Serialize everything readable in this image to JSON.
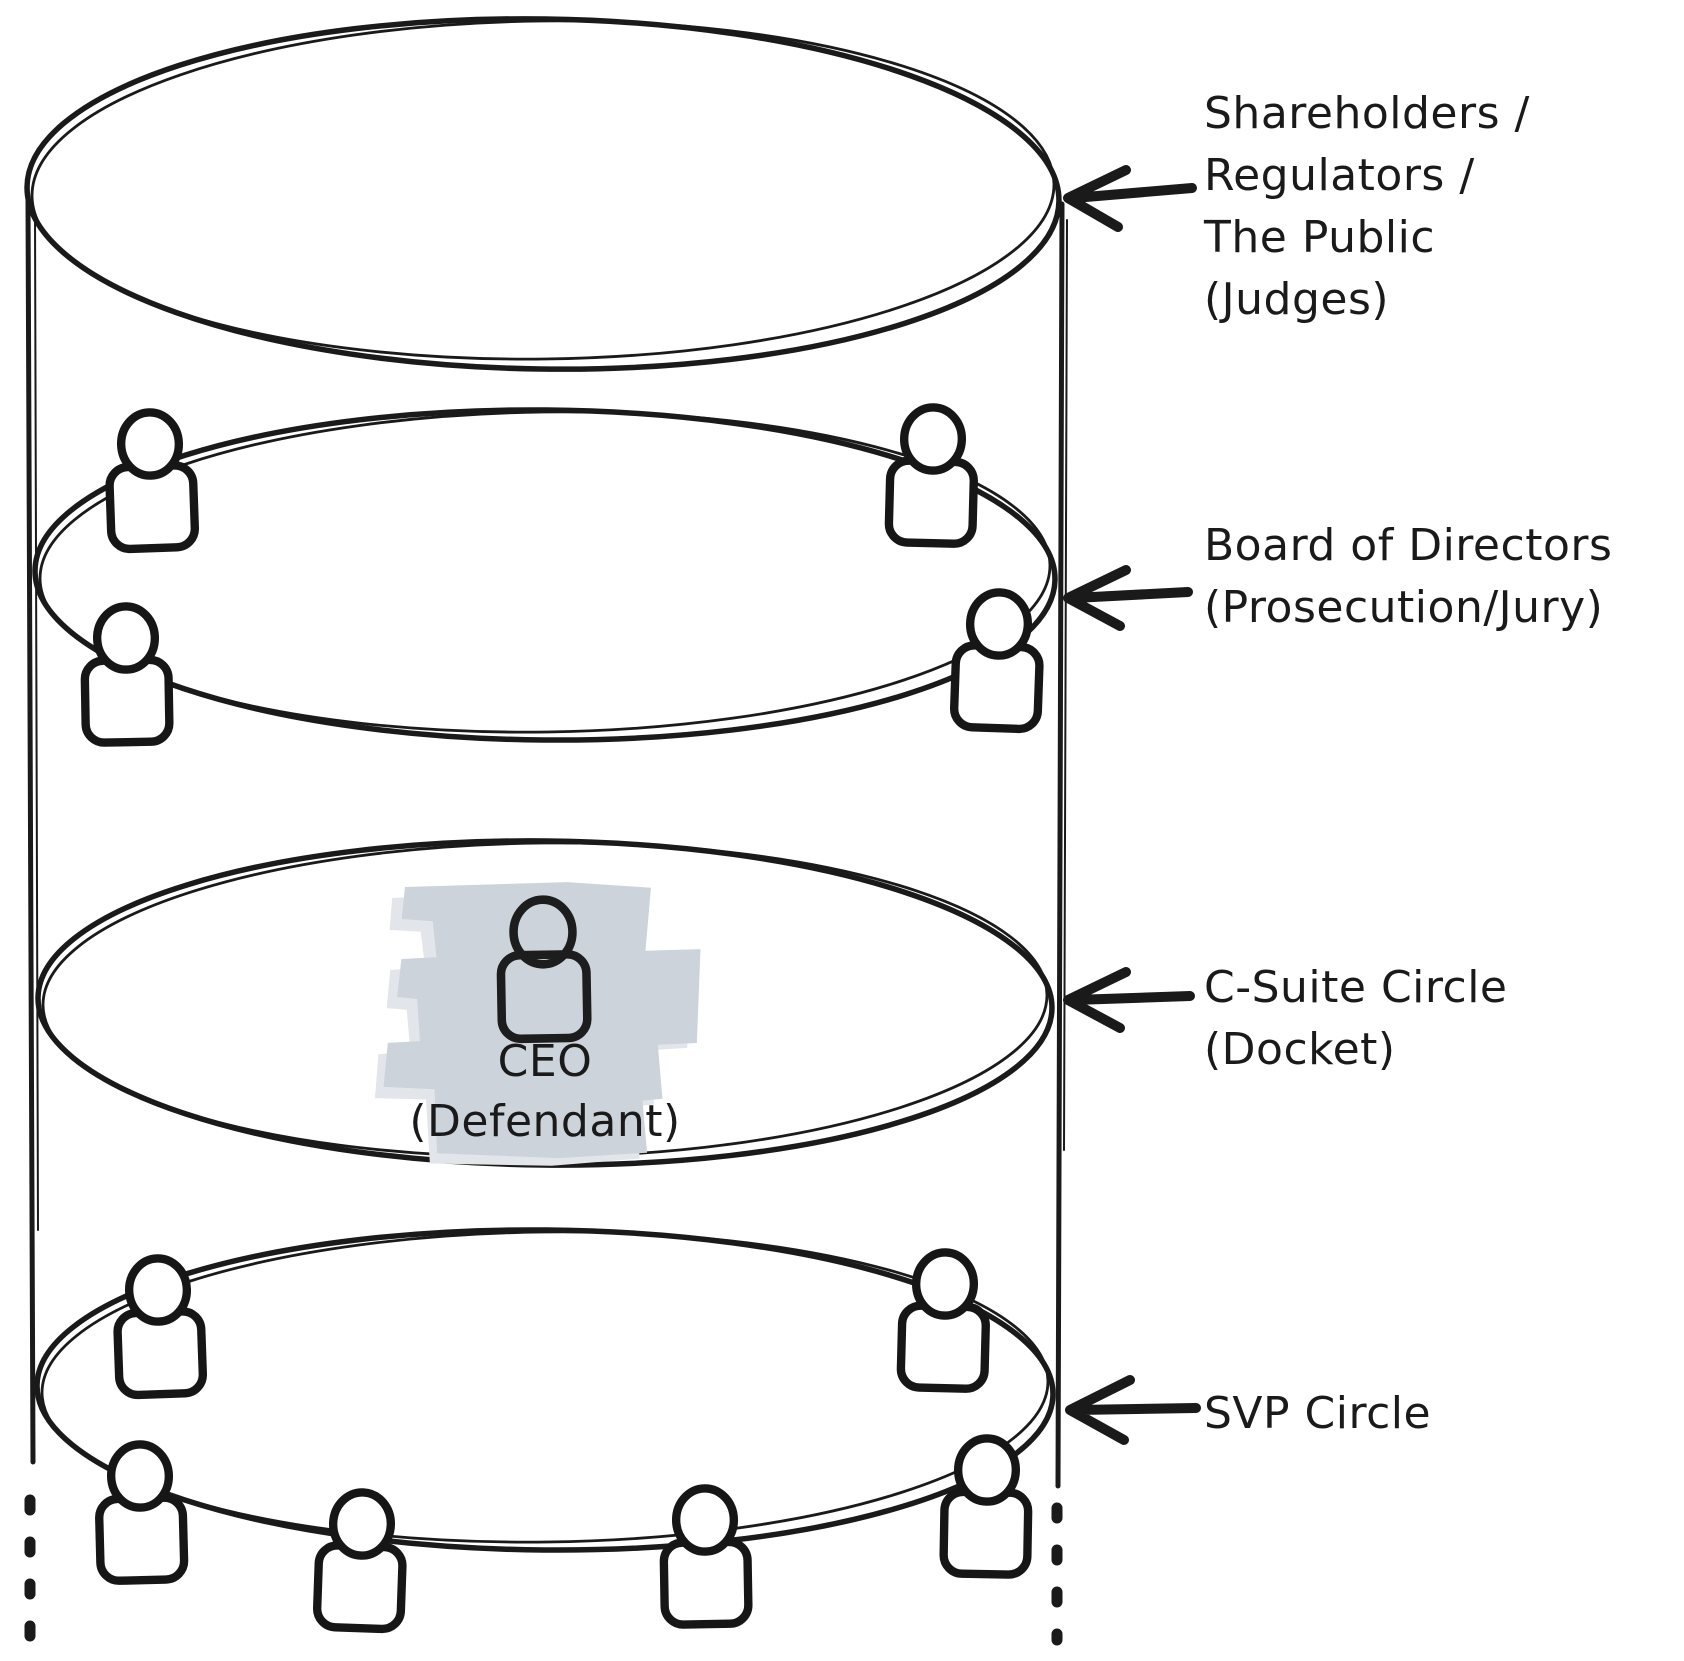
{
  "colors": {
    "stroke": "#1a1a1a",
    "highlight": "#cdd3da",
    "background": "#ffffff"
  },
  "icons": {
    "person": "person-icon",
    "arrow": "arrow-left-icon"
  },
  "levels": [
    {
      "label_lines": [
        "Shareholders /",
        "Regulators /",
        "The Public",
        "(Judges)"
      ],
      "person_count": 0
    },
    {
      "label_lines": [
        "Board of Directors",
        "(Prosecution/Jury)"
      ],
      "person_count": 4
    },
    {
      "label_lines": [
        "C-Suite Circle",
        "(Docket)"
      ],
      "person_count": 1,
      "center_label_lines": [
        "CEO",
        "(Defendant)"
      ]
    },
    {
      "label_lines": [
        "SVP Circle"
      ],
      "person_count": 6
    }
  ]
}
